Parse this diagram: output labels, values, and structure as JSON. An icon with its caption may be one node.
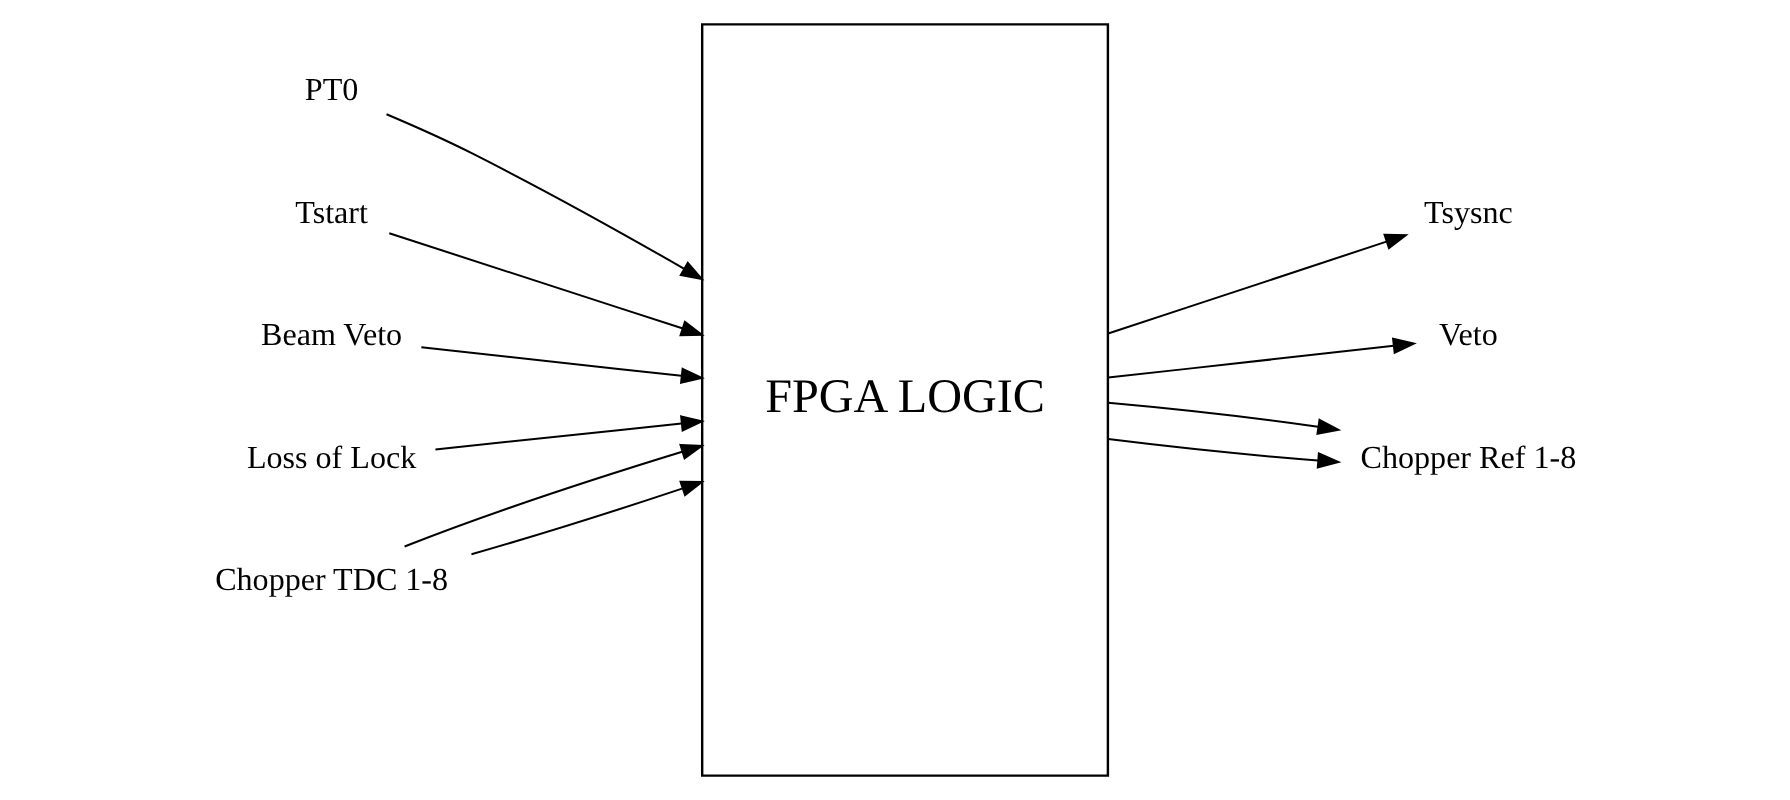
{
  "diagram": {
    "nodes": [
      {
        "text": [
          "PT0"
        ]
      },
      {
        "text": [
          "Tstart"
        ]
      },
      {
        "text": [
          "Beam Veto"
        ]
      },
      {
        "text": [
          "Loss of Lock"
        ]
      },
      {
        "text": [
          "Chopper TDC 1-8"
        ]
      },
      {
        "text": [
          "FPGA LOGIC"
        ]
      },
      {
        "text": [
          "Tsysnc"
        ]
      },
      {
        "text": [
          "Veto"
        ]
      },
      {
        "text": [
          "Chopper Ref 1-8"
        ]
      }
    ],
    "edges": [
      {
        "from": 0,
        "to": 5,
        "arrow": "to"
      },
      {
        "from": 1,
        "to": 5,
        "arrow": "to"
      },
      {
        "from": 2,
        "to": 5,
        "arrow": "to"
      },
      {
        "from": 3,
        "to": 5,
        "arrow": "to"
      },
      {
        "from": 4,
        "to": 5,
        "arrow": "to"
      },
      {
        "from": 4,
        "to": 5,
        "arrow": "to"
      },
      {
        "from": 5,
        "to": 6,
        "arrow": "to"
      },
      {
        "from": 5,
        "to": 7,
        "arrow": "to"
      },
      {
        "from": 5,
        "to": 8,
        "arrow": "to"
      },
      {
        "from": 5,
        "to": 8,
        "arrow": "to"
      }
    ]
  }
}
